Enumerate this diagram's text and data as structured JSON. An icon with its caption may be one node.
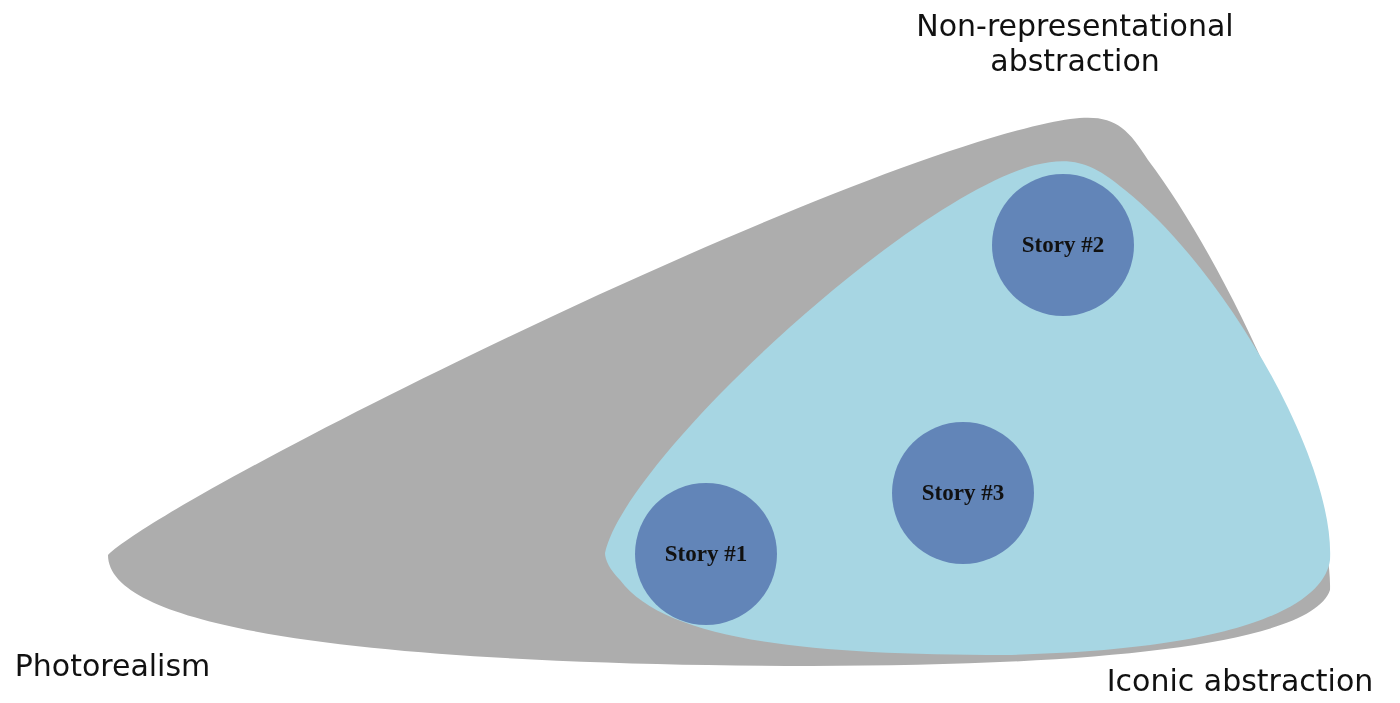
{
  "diagram": {
    "nodes": [
      {
        "text": [],
        "shape": "triangle"
      },
      {
        "text": [],
        "shape": "triangle",
        "in": 0
      },
      {
        "text": [
          "Story #2"
        ],
        "in": 1
      },
      {
        "text": [
          "Story #3"
        ],
        "in": 1
      },
      {
        "text": [
          "Story #1"
        ],
        "in": 1
      }
    ],
    "edges": [],
    "labels": [
      "Non-representational abstraction",
      "Photorealism",
      "Iconic abstraction"
    ]
  }
}
